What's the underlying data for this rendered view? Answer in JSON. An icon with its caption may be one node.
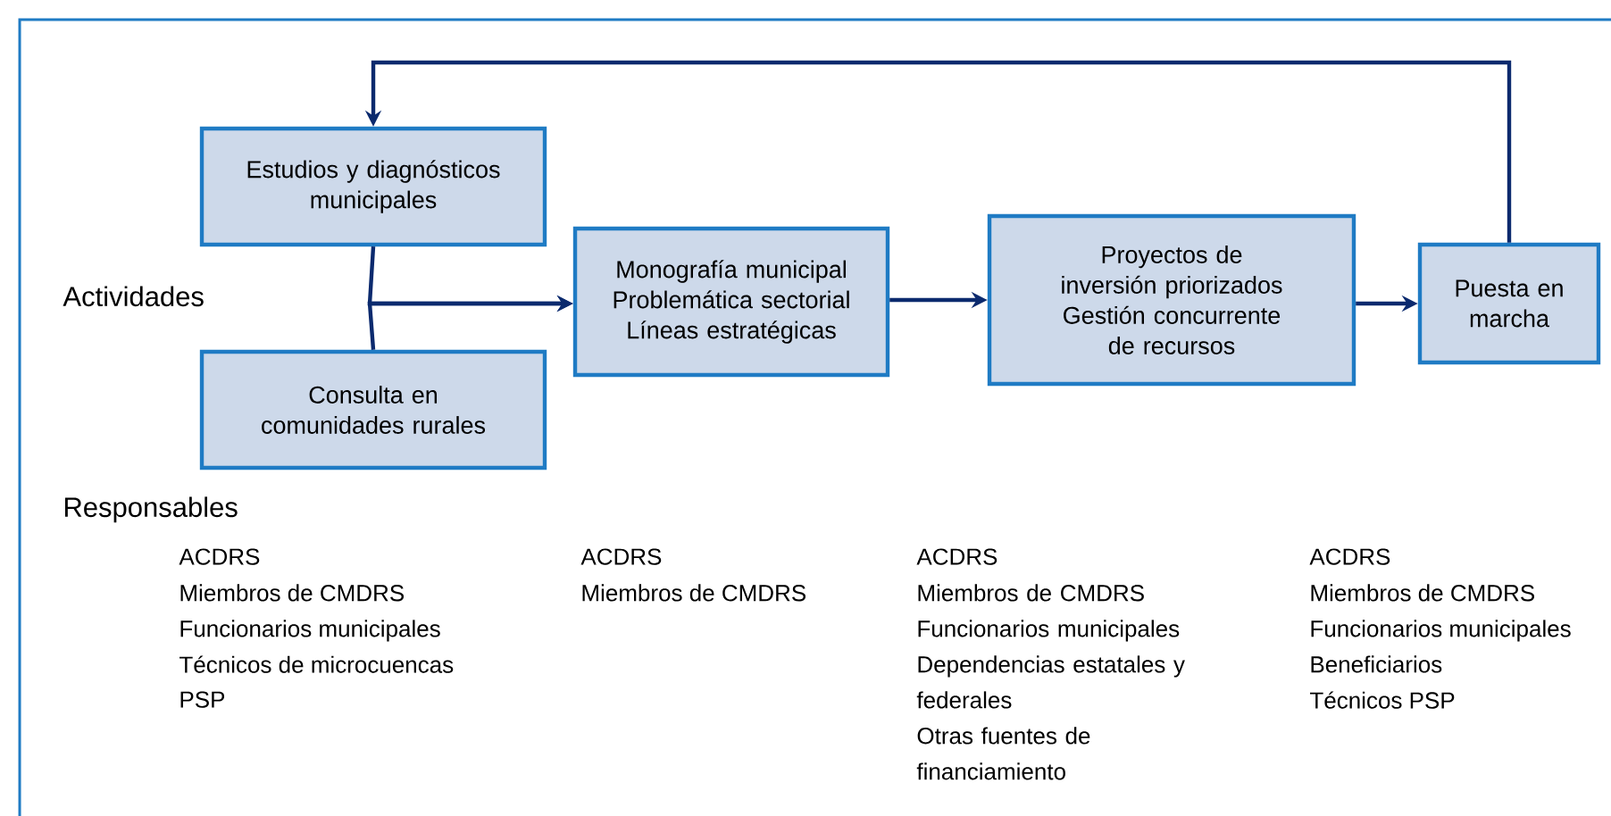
{
  "diagram": {
    "nodes": [
      {
        "text": [
          "Estudios y diagnósticos municipales"
        ]
      },
      {
        "text": [
          "Consulta en comunidades rurales"
        ]
      },
      {
        "text": [
          "Monografía municipal",
          "Problemática sectorial",
          "Líneas estratégicas"
        ]
      },
      {
        "text": [
          "Proyectos de inversión priorizados",
          "Gestión concurrente de recursos"
        ]
      },
      {
        "text": [
          "Puesta en marcha"
        ]
      }
    ],
    "edges": [
      {
        "from": 0,
        "to": 2,
        "arrow": "to"
      },
      {
        "from": 1,
        "to": 2,
        "arrow": "to"
      },
      {
        "from": 2,
        "to": 3,
        "arrow": "to"
      },
      {
        "from": 3,
        "to": 4,
        "arrow": "to"
      },
      {
        "from": 4,
        "to": 0,
        "arrow": "to"
      }
    ],
    "labels": [
      "Actividades",
      "Responsables",
      "ACDRS",
      "Miembros de CMDRS",
      "Funcionarios municipales",
      "Técnicos de microcuencas",
      "PSP",
      "ACDRS",
      "Miembros de CMDRS",
      "ACDRS",
      "Miembros de CMDRS",
      "Funcionarios municipales",
      "Dependencias estatales y federales",
      "Otras fuentes de financiamiento",
      "ACDRS",
      "Miembros de CMDRS",
      "Funcionarios municipales",
      "Beneficiarios",
      "Técnicos PSP"
    ]
  }
}
